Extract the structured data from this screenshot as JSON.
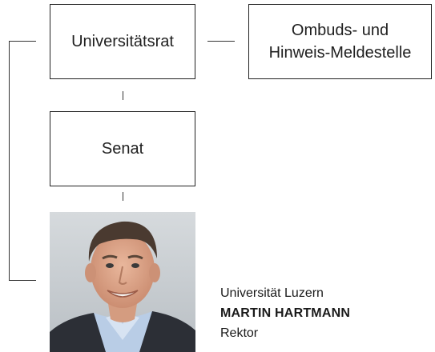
{
  "nodes": {
    "universitaetsrat": "Universitätsrat",
    "ombuds_line1": "Ombuds- und",
    "ombuds_line2": "Hinweis-Meldestelle",
    "senat": "Senat"
  },
  "person": {
    "institution": "Universität Luzern",
    "name": "MARTIN HARTMANN",
    "role": "Rektor"
  }
}
